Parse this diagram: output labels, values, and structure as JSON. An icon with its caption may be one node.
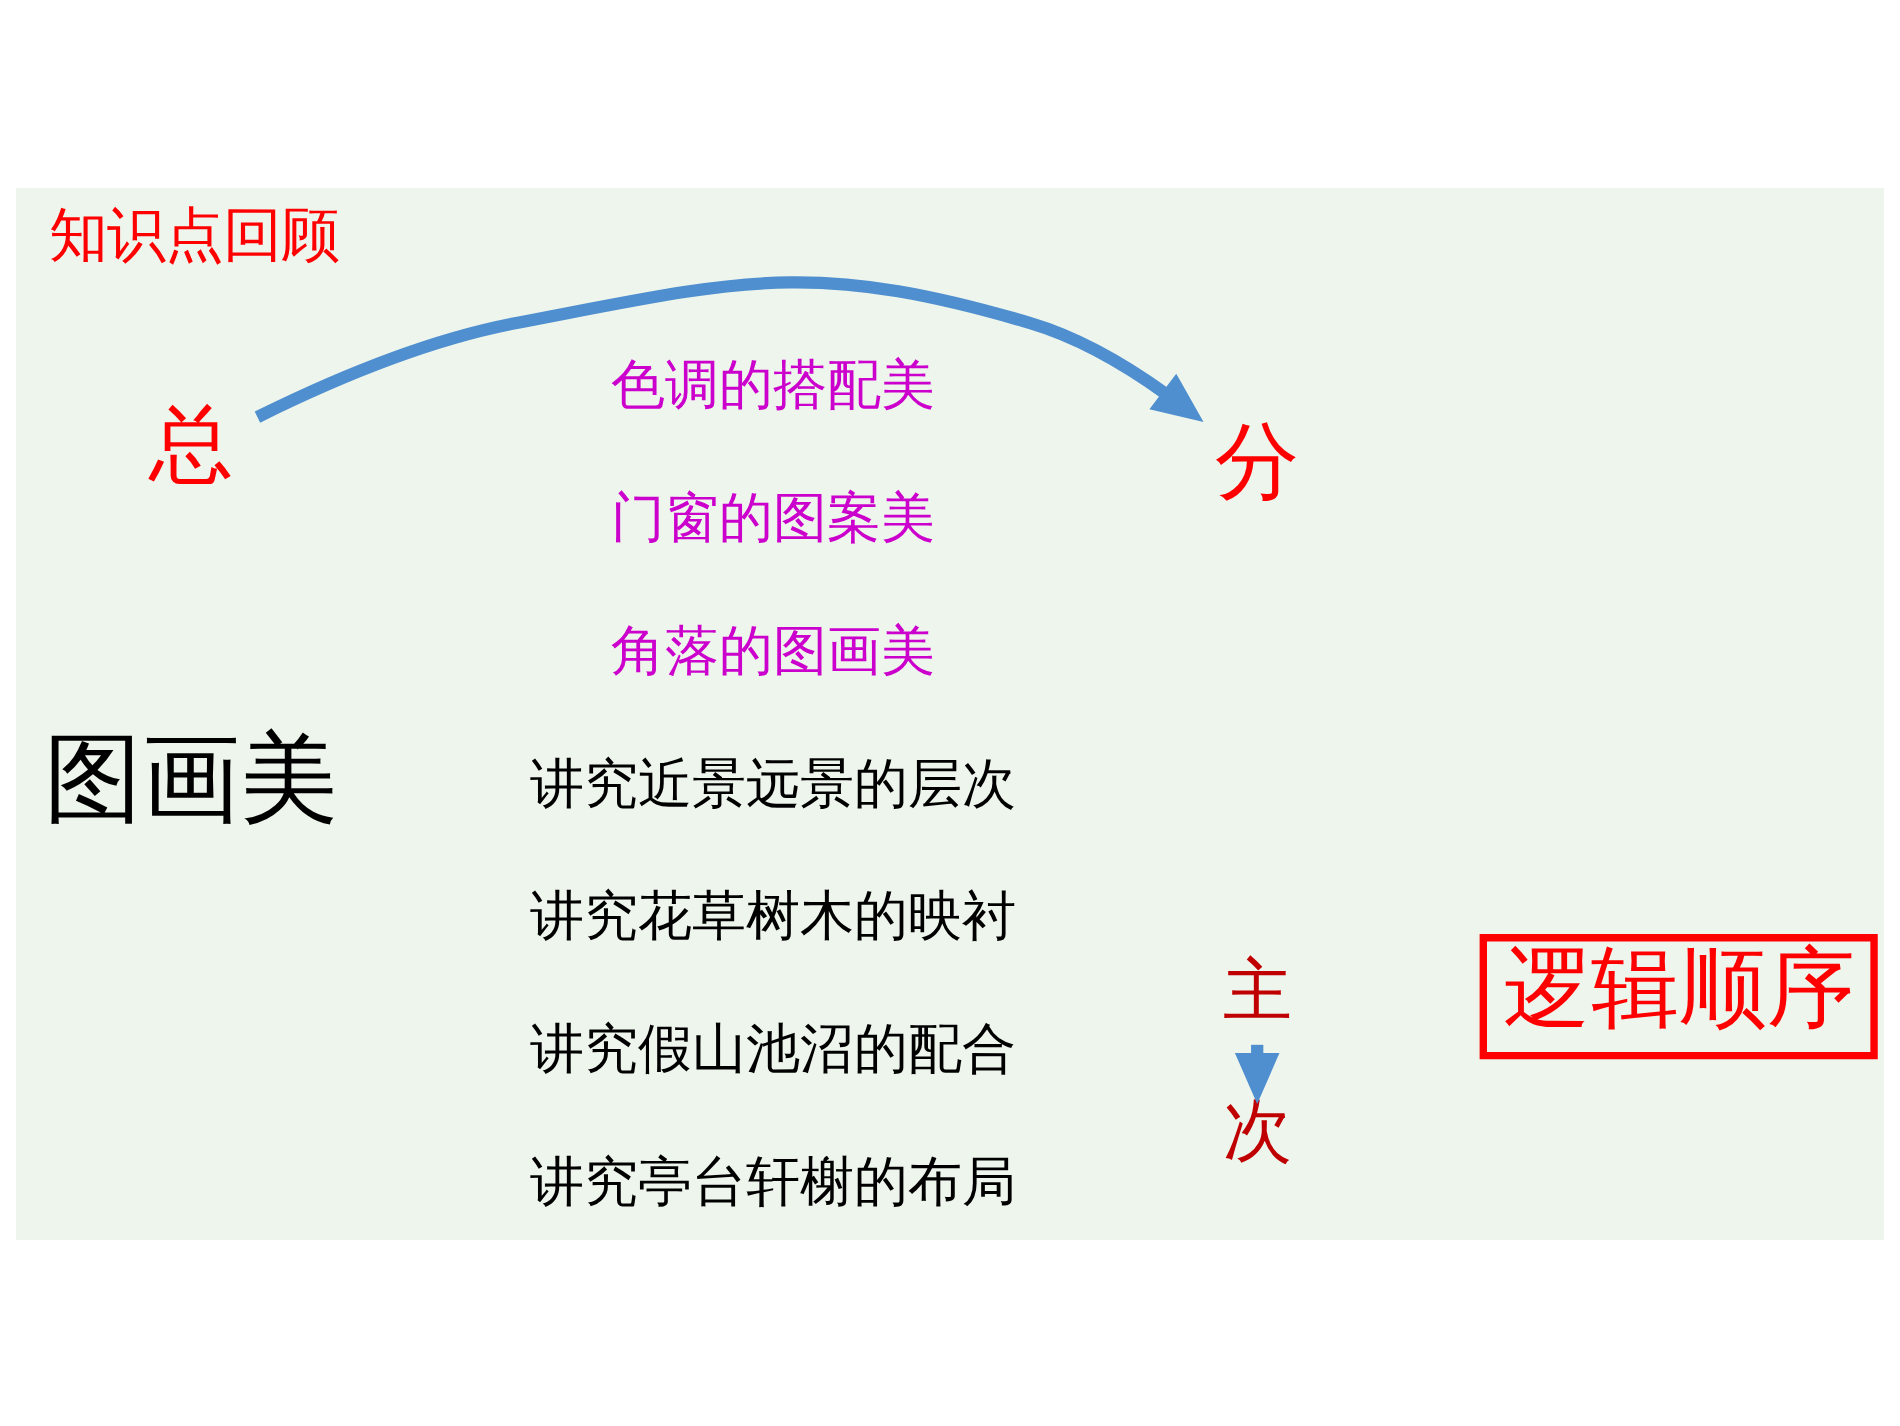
{
  "diagram": {
    "title": "知识点回顾",
    "nodes": [
      {
        "text": [
          "图画美"
        ]
      },
      {
        "text": [
          "讲究亭台轩榭的布局"
        ]
      },
      {
        "text": [
          "讲究假山池沼的配合"
        ]
      },
      {
        "text": [
          "讲究花草树木的映衬"
        ]
      },
      {
        "text": [
          "讲究近景远景的层次"
        ]
      },
      {
        "text": [
          "角落的图画美"
        ]
      },
      {
        "text": [
          "门窗的图案美"
        ]
      },
      {
        "text": [
          "色调的搭配美"
        ]
      },
      {
        "text": [
          "主"
        ]
      },
      {
        "text": [
          "次"
        ]
      },
      {
        "text": [
          "逻辑顺序"
        ]
      },
      {
        "text": [
          "总"
        ]
      },
      {
        "text": [
          "分"
        ]
      }
    ],
    "edges": [
      {
        "from": 8,
        "to": 9,
        "arrow": "to"
      },
      {
        "from": 11,
        "to": 12,
        "arrow": "to"
      }
    ]
  }
}
